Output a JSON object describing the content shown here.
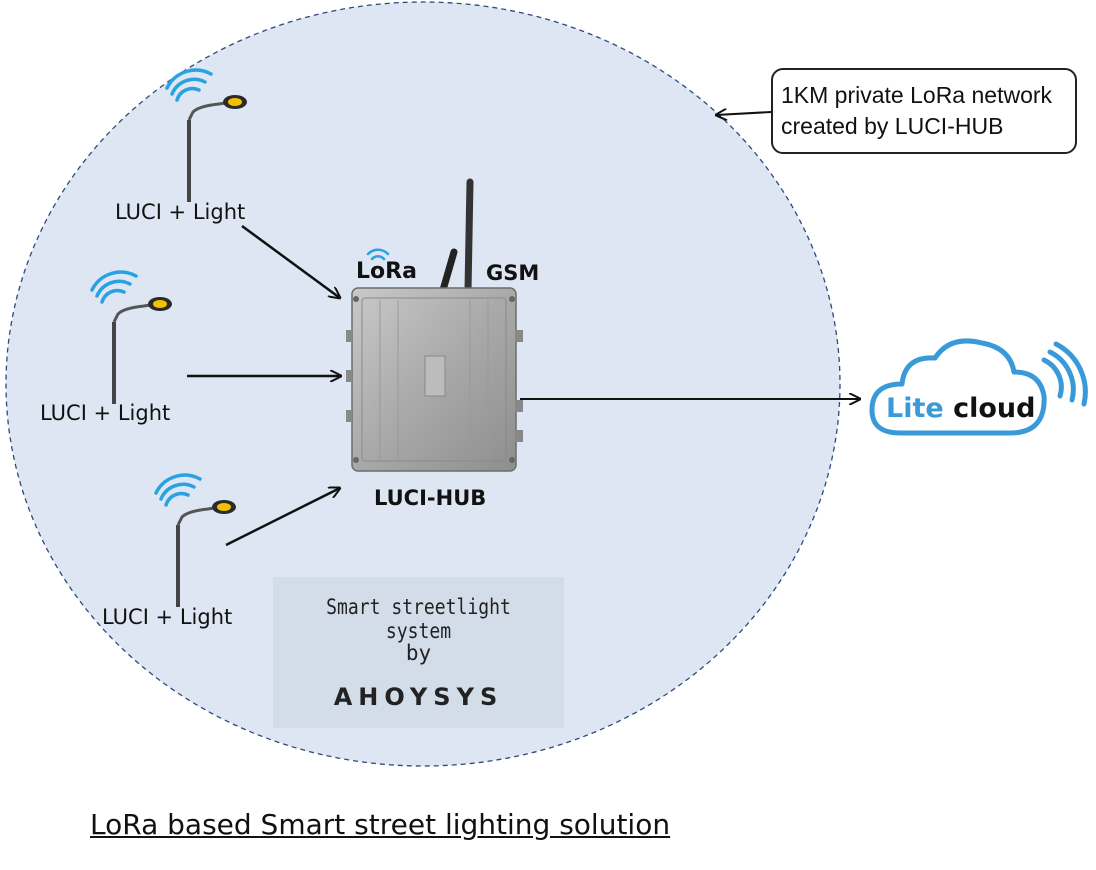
{
  "network_callout": {
    "line1": "1KM private LoRa network",
    "line2": "created by LUCI-HUB"
  },
  "nodes": [
    {
      "label": "LUCI + Light",
      "icon": "streetlight-icon"
    },
    {
      "label": "LUCI + Light",
      "icon": "streetlight-icon"
    },
    {
      "label": "LUCI + Light",
      "icon": "streetlight-icon"
    }
  ],
  "hub": {
    "label": "LUCI-HUB",
    "lora_label": "LoRa",
    "gsm_label": "GSM",
    "icon": "gateway-device-icon"
  },
  "cloud": {
    "word1": "Lite",
    "word2": "cloud",
    "icon": "cloud-icon"
  },
  "credit": {
    "line1": "Smart streetlight system",
    "line2": "by",
    "brand": "AHOYSYS"
  },
  "caption": "LoRa based Smart street lighting solution",
  "colors": {
    "coverage_fill": "#dde6f2",
    "coverage_border": "#2e4a7a",
    "wifi_blue": "#2aa1e0",
    "lamp_yellow": "#f2c200",
    "cloud_blue": "#3a9ad9",
    "device_gray": "#a8a8a8"
  }
}
